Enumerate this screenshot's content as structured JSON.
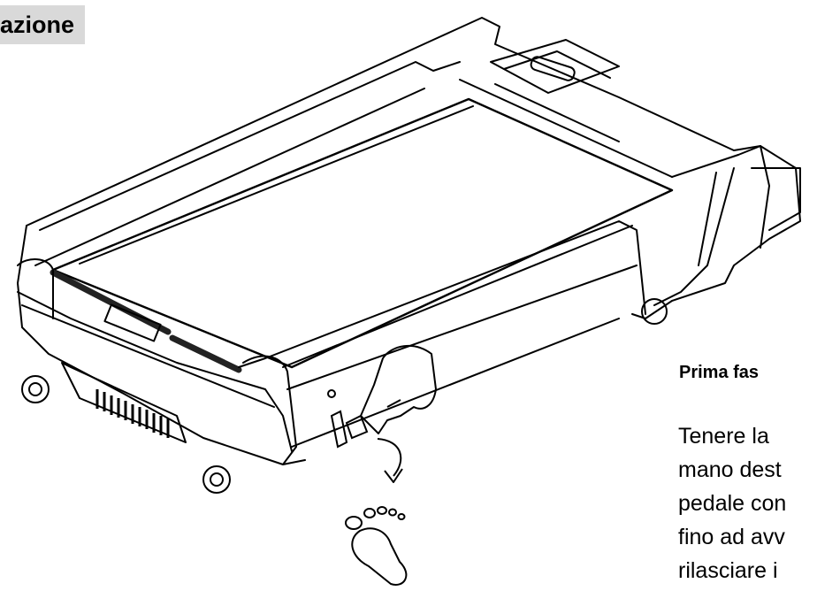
{
  "header": {
    "section_title": "azione"
  },
  "step": {
    "heading": "Prima fas",
    "lines": [
      "Tenere la",
      "mano dest",
      "pedale con",
      "fino ad avv",
      "rilasciare i"
    ]
  },
  "icons": [
    "treadmill-illustration",
    "hand-icon",
    "curved-arrow-icon",
    "foot-icon"
  ]
}
